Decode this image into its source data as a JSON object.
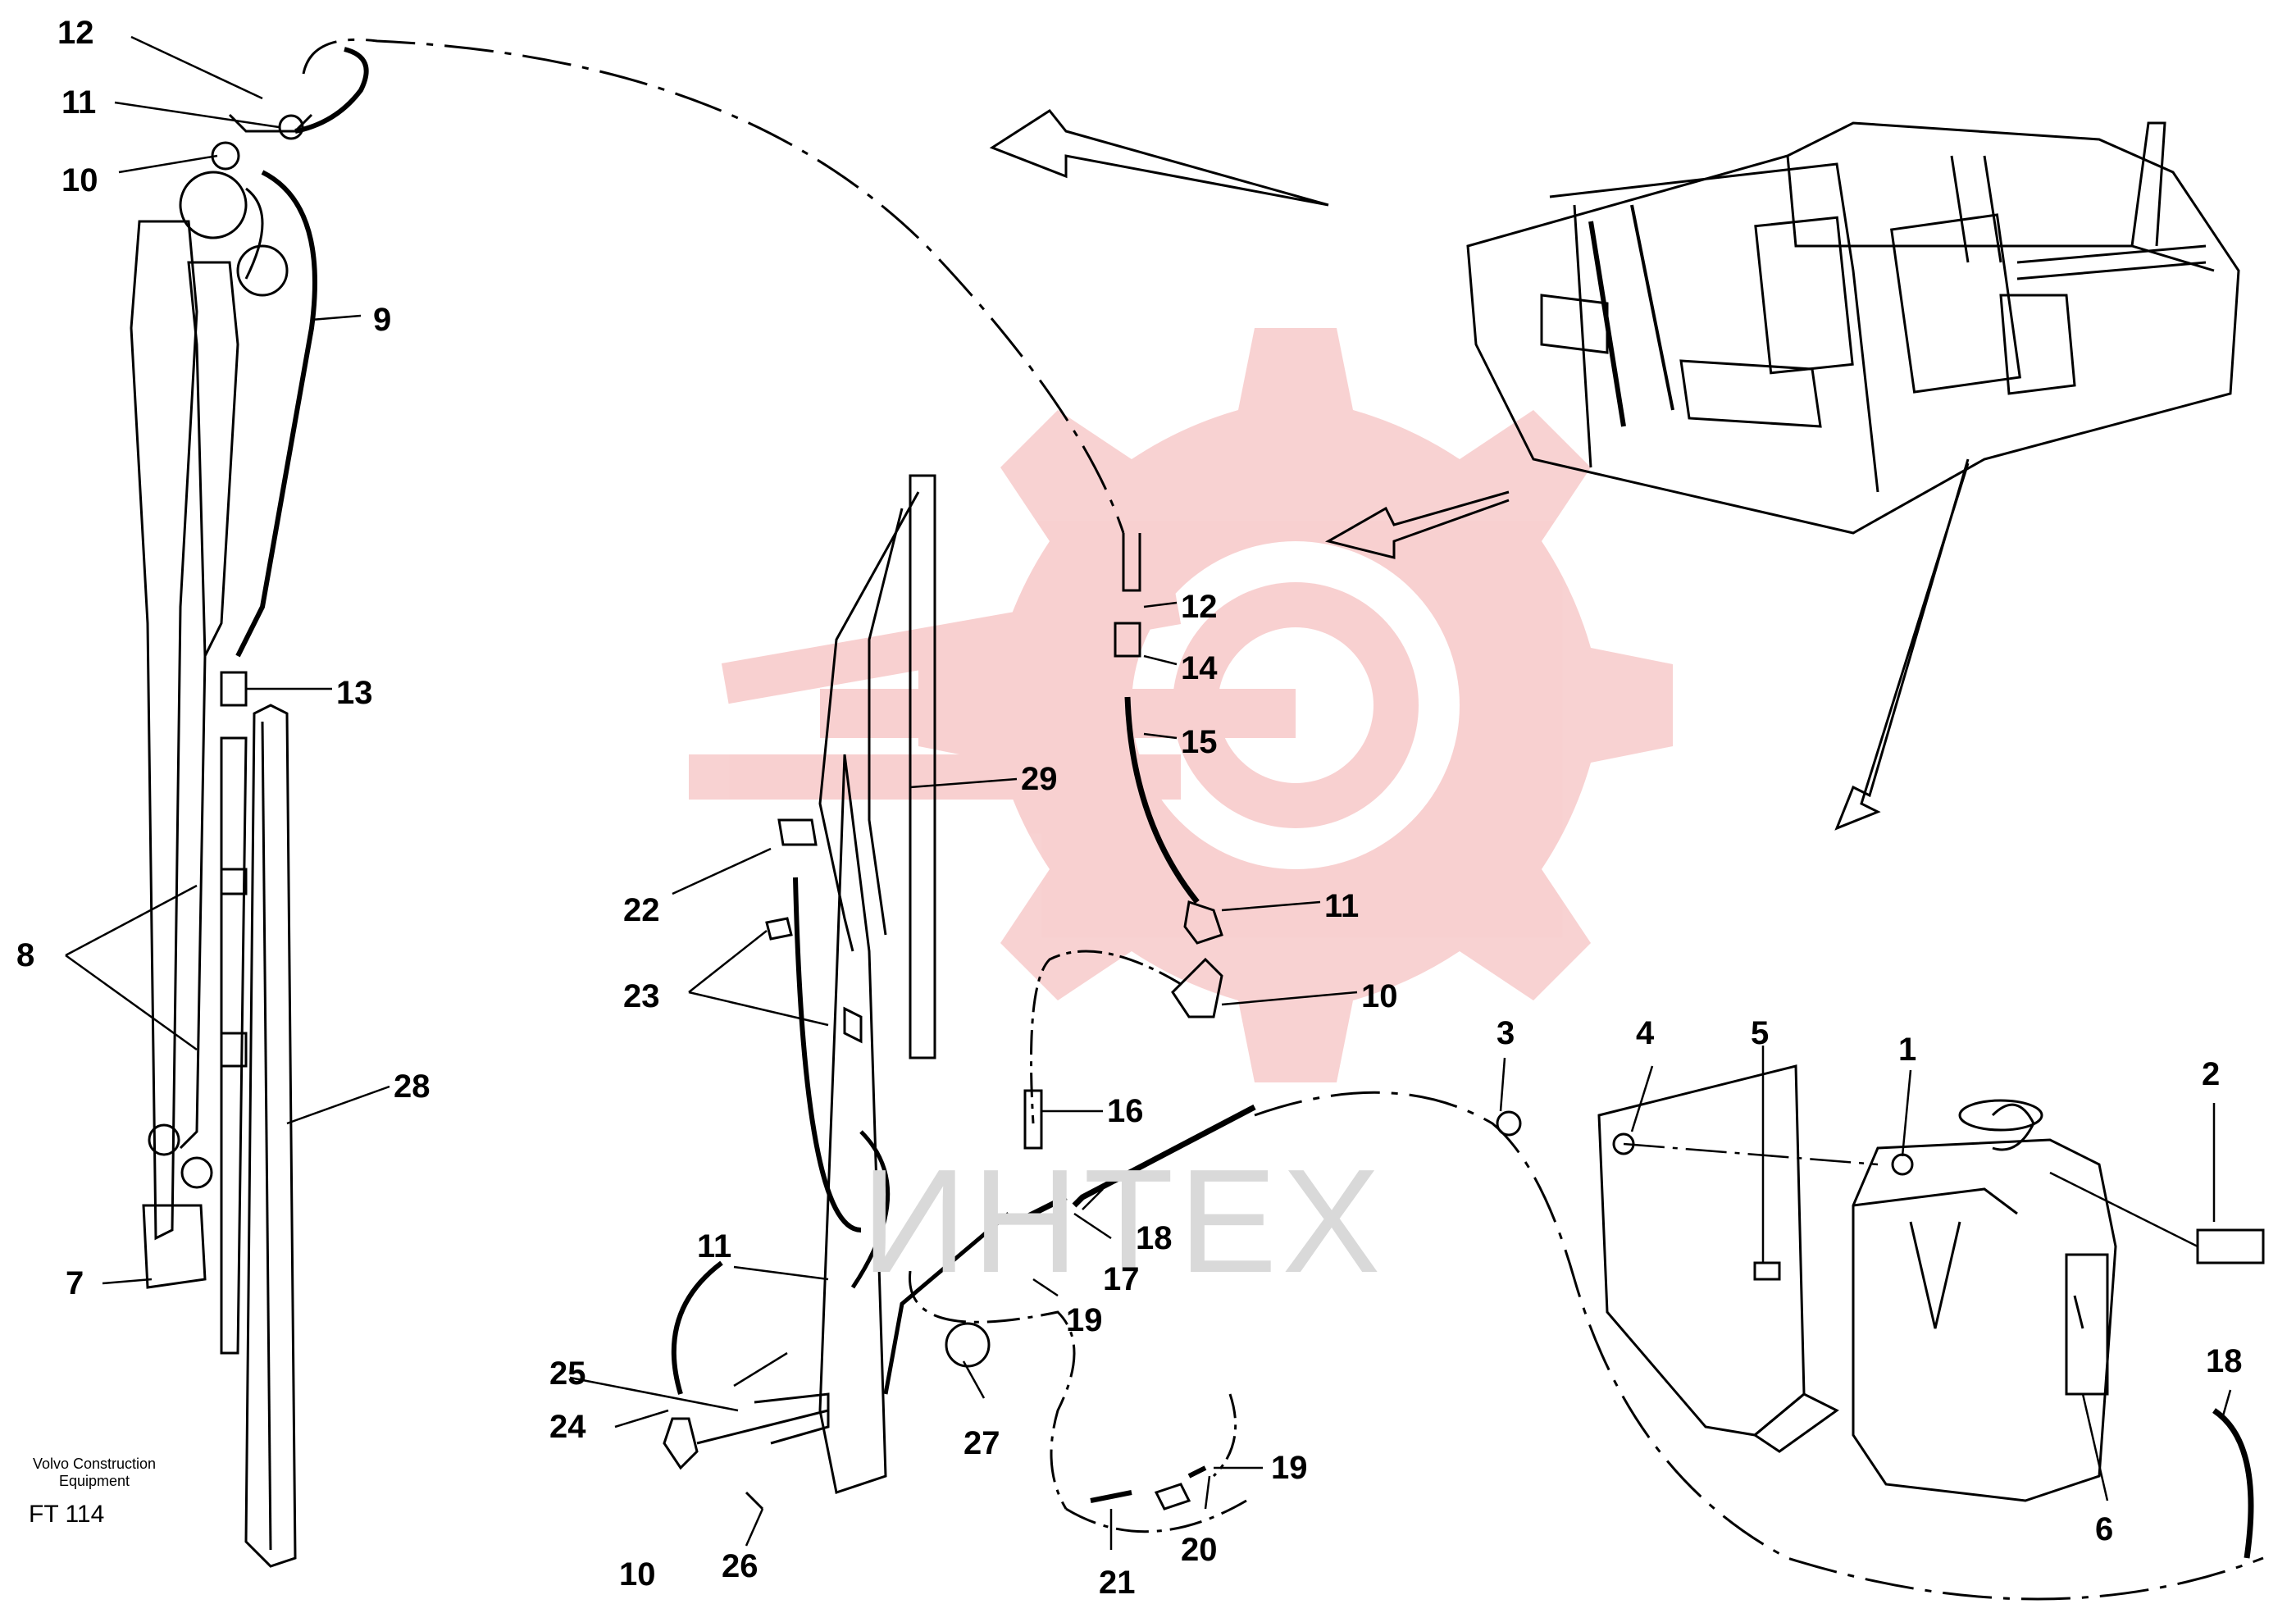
{
  "watermark": {
    "text": "ИНТЕХ",
    "color": "#e03030"
  },
  "footer": {
    "line1": "Volvo Construction",
    "line2": "Equipment",
    "code": "FT 114"
  },
  "callouts": {
    "c1": "1",
    "c2": "2",
    "c3": "3",
    "c4": "4",
    "c5": "5",
    "c6": "6",
    "c7": "7",
    "c8": "8",
    "c9": "9",
    "c10a": "10",
    "c10b": "10",
    "c10c": "10",
    "c11a": "11",
    "c11b": "11",
    "c11c": "11",
    "c12a": "12",
    "c12b": "12",
    "c13": "13",
    "c14": "14",
    "c15": "15",
    "c16": "16",
    "c17": "17",
    "c18a": "18",
    "c18b": "18",
    "c19a": "19",
    "c19b": "19",
    "c20": "20",
    "c21": "21",
    "c22": "22",
    "c23": "23",
    "c24": "24",
    "c25": "25",
    "c26": "26",
    "c27": "27",
    "c28": "28",
    "c29": "29"
  },
  "colors": {
    "ink": "#000000",
    "paper": "#ffffff",
    "watermark_red": "#e03030",
    "watermark_grey": "#d9d9d9"
  }
}
